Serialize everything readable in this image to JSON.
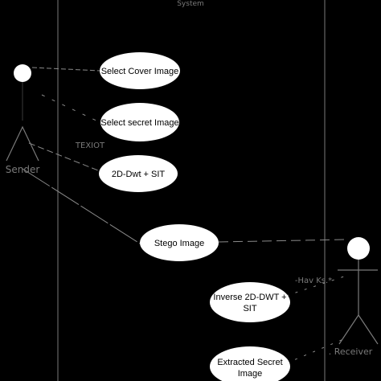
{
  "system": {
    "title": "System"
  },
  "actors": {
    "sender": {
      "label": "Sender"
    },
    "receiver": {
      "label": ". Receiver"
    }
  },
  "use_cases": {
    "select_cover": {
      "label": "Select Cover Image"
    },
    "select_secret": {
      "label": "Select secret Image"
    },
    "dwt_sit": {
      "label": "2D-Dwt + SIT"
    },
    "stego": {
      "label": "Stego Image"
    },
    "inverse": {
      "line1": "Inverse 2D-DWT +",
      "line2": "SIT"
    },
    "extracted": {
      "line1": "Extracted Secret",
      "line2": "Image"
    }
  },
  "annotations": {
    "sender_tag": "TEXIOT",
    "receiver_tag": "-Hav Ks.*"
  },
  "colors": {
    "background": "#000000",
    "shape": "#ffffff",
    "line": "#8a8a8a"
  }
}
